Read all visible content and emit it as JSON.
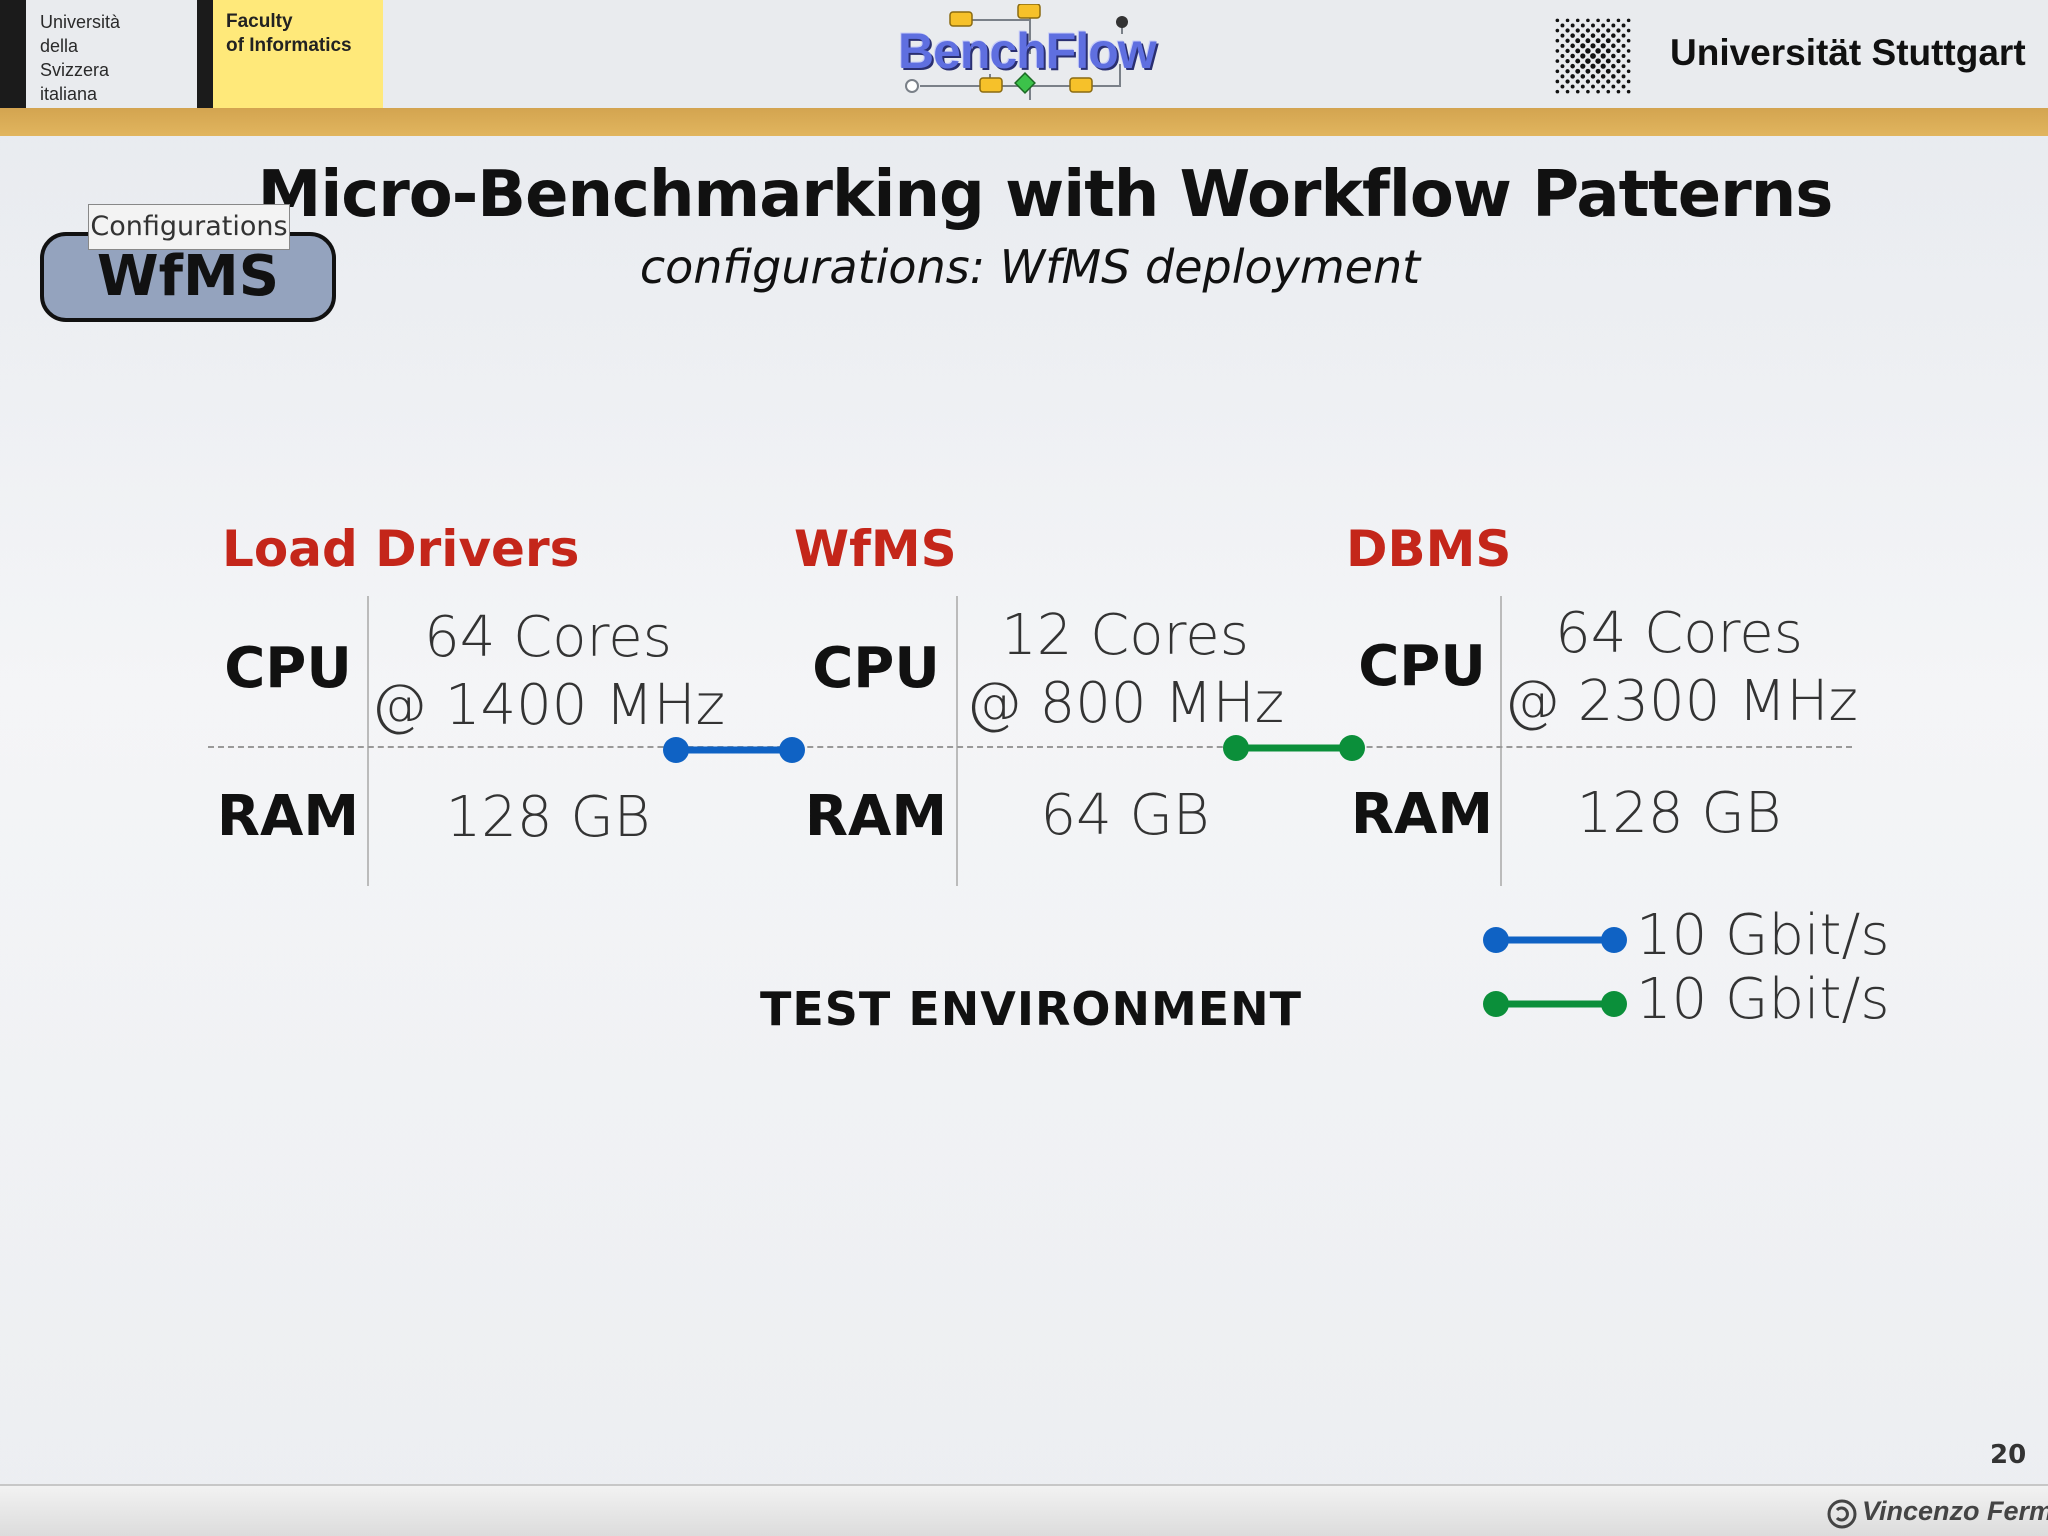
{
  "header": {
    "usi_text": "Università\ndella\nSvizzera\nitaliana",
    "faculty_text": "Faculty\nof Informatics",
    "benchflow_logo_text": "BenchFlow",
    "stuttgart_text": "Universität Stuttgart"
  },
  "slide": {
    "title": "Micro-Benchmarking with Workflow Patterns",
    "subtitle": "configurations: WfMS deployment",
    "badge_tab": "Configurations",
    "badge_label": "WfMS"
  },
  "environment": {
    "columns": [
      {
        "heading": "Load Drivers",
        "cpu_label": "CPU",
        "ram_label": "RAM",
        "cpu_cores": "64 Cores",
        "cpu_freq": "@ 1400 MHz",
        "ram": "128 GB"
      },
      {
        "heading": "WfMS",
        "cpu_label": "CPU",
        "ram_label": "RAM",
        "cpu_cores": "12 Cores",
        "cpu_freq": "@ 800 MHz",
        "ram": "64 GB"
      },
      {
        "heading": "DBMS",
        "cpu_label": "CPU",
        "ram_label": "RAM",
        "cpu_cores": "64 Cores",
        "cpu_freq": "@ 2300 MHz",
        "ram": "128 GB"
      }
    ],
    "caption": "TEST ENVIRONMENT",
    "links": [
      {
        "color": "#0f62c4",
        "speed": "10 Gbit/s"
      },
      {
        "color": "#0b8f3a",
        "speed": "10 Gbit/s"
      }
    ]
  },
  "footer": {
    "page_number": "20",
    "author": "Vincenzo Ferme"
  }
}
